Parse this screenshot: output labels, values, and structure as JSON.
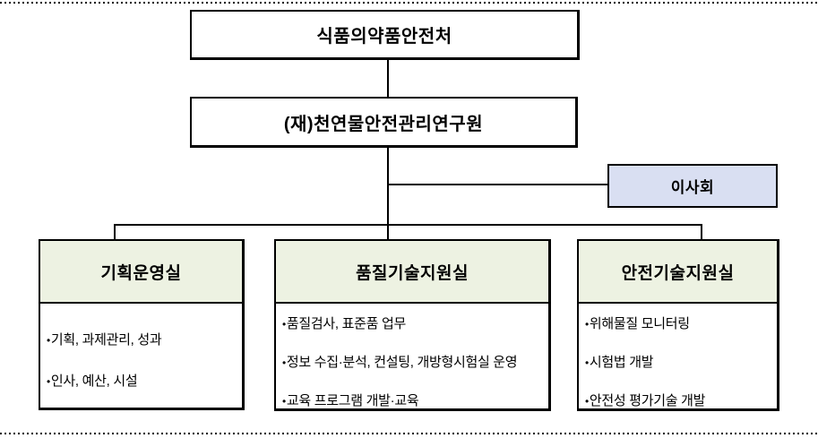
{
  "org_chart": {
    "bullet": "•",
    "ministry": {
      "label": "식품의약품안전처"
    },
    "institute": {
      "label": "(재)천연물안전관리연구원"
    },
    "board": {
      "label": "이사회"
    },
    "departments": [
      {
        "name": "기획운영실",
        "items": [
          "기획, 과제관리, 성과",
          "인사, 예산, 시설"
        ]
      },
      {
        "name": "품질기술지원실",
        "items": [
          "품질검사, 표준품 업무",
          "정보 수집·분석, 컨설팅, 개방형시험실 운영",
          "교육 프로그램 개발·교육"
        ]
      },
      {
        "name": "안전기술지원실",
        "items": [
          "위해물질 모니터링",
          "시험법 개발",
          "안전성 평가기술 개발"
        ]
      }
    ],
    "colors": {
      "background": "#ffffff",
      "box_border": "#000000",
      "connector_line": "#000000",
      "department_header_bg": "#edf2e2",
      "board_bg": "#d9dff2"
    }
  }
}
